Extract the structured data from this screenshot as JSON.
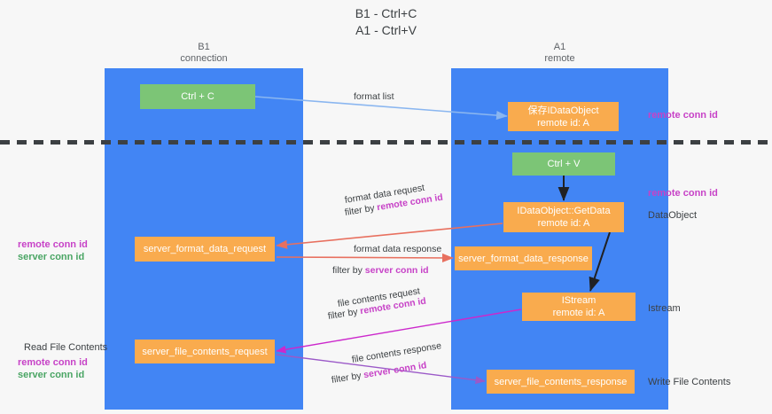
{
  "title": "B1 - Ctrl+C\nA1 - Ctrl+V",
  "lanes": [
    {
      "id": "b1",
      "header": "B1\nconnection"
    },
    {
      "id": "a1",
      "header": "A1\nremote"
    }
  ],
  "nodes": {
    "ctrl_c": "Ctrl + C",
    "save_idataobject": "保存IDataObject\nremote id: A",
    "ctrl_v": "Ctrl + V",
    "getdata": "IDataObject::GetData\nremote id: A",
    "server_format_data_request": "server_format_data_request",
    "server_format_data_response": "server_format_data_response",
    "istream": "IStream\nremote id: A",
    "server_file_contents_request": "server_file_contents_request",
    "server_file_contents_response": "server_file_contents_response"
  },
  "edge_labels": {
    "format_list": "format list",
    "format_data_request": "format data request",
    "format_data_request_filter_prefix": "filter by ",
    "format_data_request_filter_key": "remote conn id",
    "format_data_response": "format data response",
    "format_data_response_filter_prefix": "filter by ",
    "format_data_response_filter_key": "server conn id",
    "file_contents_request": "file contents request",
    "file_contents_request_filter_prefix": "filter by ",
    "file_contents_request_filter_key": "remote conn id",
    "file_contents_response": "file contents response",
    "file_contents_response_filter_prefix": "filter by ",
    "file_contents_response_filter_key": "server conn id"
  },
  "side_notes": {
    "right_top_remote_conn_id": "remote conn id",
    "right_mid_remote_conn_id": "remote conn id",
    "right_dataobject": "DataObject",
    "right_istream": "Istream",
    "right_write_file_contents": "Write File Contents",
    "left_remote_conn_id": "remote conn id",
    "left_server_conn_id": "server conn id",
    "left_read_file_contents": "Read File Contents",
    "left_remote_conn_id_2": "remote conn id",
    "left_server_conn_id_2": "server conn id"
  },
  "colors": {
    "lane_blue": "#4285f4",
    "node_green": "#7cc576",
    "node_orange": "#f9ab4e",
    "accent_pink": "#c742c7",
    "accent_green": "#4aa564",
    "arrow_red": "#e8705f",
    "arrow_blue": "#8ab6f0",
    "arrow_magenta": "#cc28cc",
    "arrow_purple": "#9b59c8",
    "arrow_black": "#202124",
    "divider": "#3c4043",
    "background": "#f7f7f7"
  }
}
